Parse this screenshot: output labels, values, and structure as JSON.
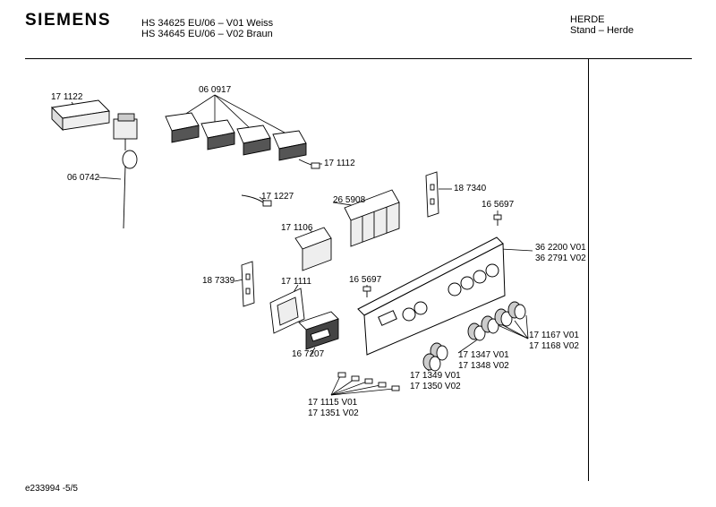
{
  "header": {
    "brand": "SIEMENS",
    "model_line_1": "HS 34625 EU/06 – V01 Weiss",
    "model_line_2": "HS 34645 EU/06 – V02 Braun",
    "category": "HERDE",
    "subcategory": "Stand – Herde"
  },
  "parts": [
    {
      "id": "p1",
      "lines": [
        "17 1122"
      ]
    },
    {
      "id": "p2",
      "lines": [
        "06 0917"
      ]
    },
    {
      "id": "p3",
      "lines": [
        "06 0742"
      ]
    },
    {
      "id": "p4",
      "lines": [
        "17 1112"
      ]
    },
    {
      "id": "p5",
      "lines": [
        "17 1227"
      ]
    },
    {
      "id": "p6",
      "lines": [
        "26 5908"
      ]
    },
    {
      "id": "p7",
      "lines": [
        "18 7340"
      ]
    },
    {
      "id": "p8",
      "lines": [
        "16 5697"
      ]
    },
    {
      "id": "p9",
      "lines": [
        "17 1106"
      ]
    },
    {
      "id": "p10",
      "lines": [
        "36 2200 V01",
        "36 2791 V02"
      ]
    },
    {
      "id": "p11",
      "lines": [
        "18 7339"
      ]
    },
    {
      "id": "p12",
      "lines": [
        "17 1111"
      ]
    },
    {
      "id": "p13",
      "lines": [
        "16 5697"
      ]
    },
    {
      "id": "p14",
      "lines": [
        "17 1167 V01",
        "17 1168 V02"
      ]
    },
    {
      "id": "p15",
      "lines": [
        "16 7207"
      ]
    },
    {
      "id": "p16",
      "lines": [
        "17 1347 V01",
        "17 1348 V02"
      ]
    },
    {
      "id": "p17",
      "lines": [
        "17 1349 V01",
        "17 1350 V02"
      ]
    },
    {
      "id": "p18",
      "lines": [
        "17 1115 V01",
        "17 1351 V02"
      ]
    }
  ],
  "footer": {
    "diagram_code": "e233994 -5/5"
  }
}
